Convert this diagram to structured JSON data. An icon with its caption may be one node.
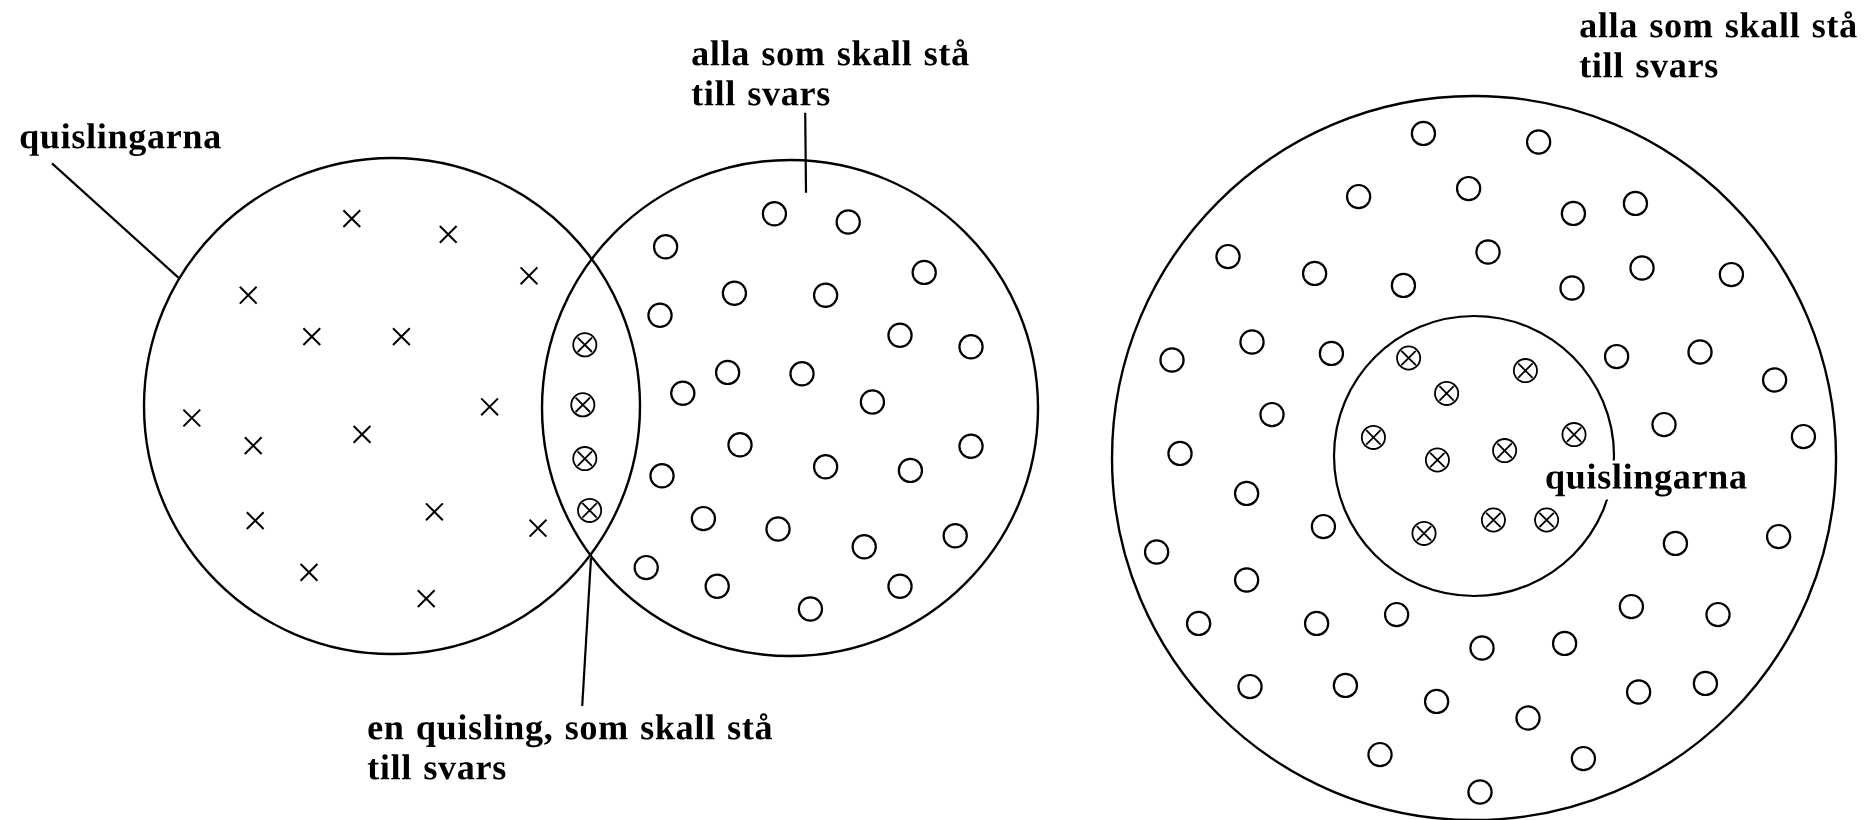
{
  "diagram": {
    "nodes": [
      {
        "text": [
          "quislingarna"
        ]
      },
      {
        "text": [],
        "shape": "circle"
      },
      {
        "text": [
          "alla som skall stå till svars"
        ]
      },
      {
        "text": [],
        "shape": "circle"
      },
      {
        "text": [
          "en quisling, som skall stå till svars"
        ]
      },
      {
        "text": [
          "alla som skall stå till svars"
        ]
      },
      {
        "text": [
          "quislingarna"
        ],
        "in": 5
      }
    ],
    "edges": [
      {
        "from": 0,
        "to": 1,
        "arrow": "none"
      },
      {
        "from": 2,
        "to": 3,
        "arrow": "none"
      },
      {
        "from": 4,
        "to": 3,
        "arrow": "none"
      }
    ]
  }
}
